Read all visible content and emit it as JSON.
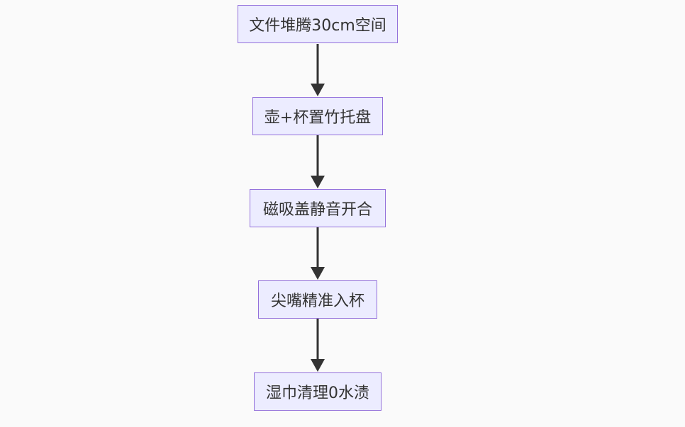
{
  "flowchart": {
    "direction": "top-to-bottom",
    "colors": {
      "background": "#fafafa",
      "node_fill": "#ececff",
      "node_border": "#9370db",
      "node_text": "#333333",
      "edge": "#333333"
    },
    "nodes": [
      {
        "id": "n1",
        "label": "文件堆腾30cm空间"
      },
      {
        "id": "n2",
        "label": "壶+杯置竹托盘"
      },
      {
        "id": "n3",
        "label": "磁吸盖静音开合"
      },
      {
        "id": "n4",
        "label": "尖嘴精准入杯"
      },
      {
        "id": "n5",
        "label": "湿巾清理0水渍"
      }
    ],
    "edges": [
      {
        "from": "n1",
        "to": "n2"
      },
      {
        "from": "n2",
        "to": "n3"
      },
      {
        "from": "n3",
        "to": "n4"
      },
      {
        "from": "n4",
        "to": "n5"
      }
    ]
  }
}
